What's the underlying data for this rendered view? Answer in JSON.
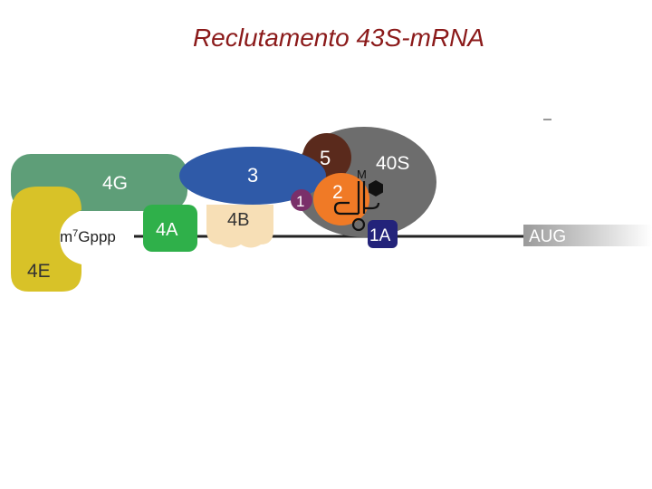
{
  "title": "Reclutamento 43S-mRNA",
  "diagram": {
    "labels": {
      "eif4g": "4G",
      "eif4e": "4E",
      "cap": "m7Gppp",
      "cap_base": "m",
      "cap_superscript": "7",
      "cap_rest": "Gppp",
      "eif4a": "4A",
      "eif4b": "4B",
      "eif3": "3",
      "eif5": "5",
      "ribosome_40s": "40S",
      "eif1": "1",
      "eif2": "2",
      "met": "M",
      "eif1a": "1A",
      "start_codon": "AUG"
    },
    "colors": {
      "eif4g": "#5e9e78",
      "eif4e": "#d8c228",
      "eif4a": "#2fb04a",
      "eif4b": "#f7dfb6",
      "eif3": "#2f5aa8",
      "ribosome_40s": "#6d6d6d",
      "eif5": "#5a2a1c",
      "eif1": "#7a2f6a",
      "eif2": "#f07a26",
      "eif1a": "#23237a",
      "mrna": "#222222",
      "title": "#8b1a1a"
    }
  }
}
